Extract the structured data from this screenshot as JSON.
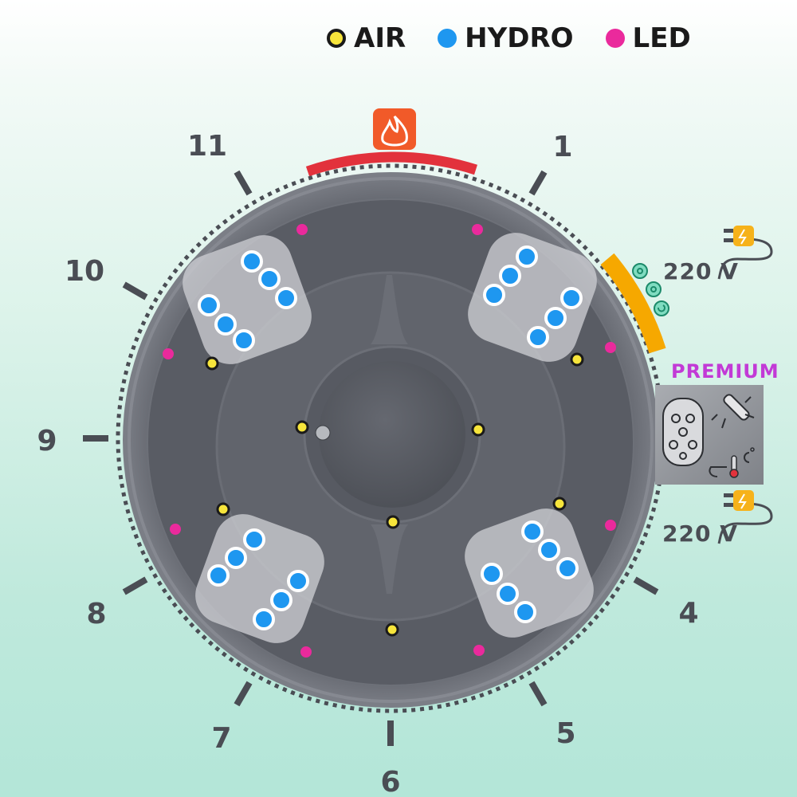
{
  "legend": {
    "items": [
      {
        "label": "AIR",
        "color": "#f7e53b"
      },
      {
        "label": "HYDRO",
        "color": "#1e97f0"
      },
      {
        "label": "LED",
        "color": "#ea2a9c"
      }
    ]
  },
  "clock": {
    "numbers": [
      "1",
      "4",
      "5",
      "6",
      "7",
      "8",
      "9",
      "10",
      "11"
    ]
  },
  "power": {
    "top_voltage": "220 V",
    "bottom_voltage": "220 V"
  },
  "premium": {
    "label": "PREMIUM"
  },
  "colors": {
    "heater_bar": "#e2323c",
    "heater_icon_bg": "#f15a29",
    "control_bar": "#f6a800",
    "tub_shell": "#676a73",
    "tub_inner": "#5c5f67",
    "seat_panel": "#c9cbd0",
    "premium_panel": "#8d9096",
    "plug_accent": "#f6b21a"
  },
  "icons": {
    "heater": "flame-icon",
    "power": "plug-icon",
    "controls": "spa-control-icon",
    "filter": "filter-cartridge-icon",
    "uv": "uv-lamp-icon",
    "thermometer": "thermometer-icon"
  }
}
